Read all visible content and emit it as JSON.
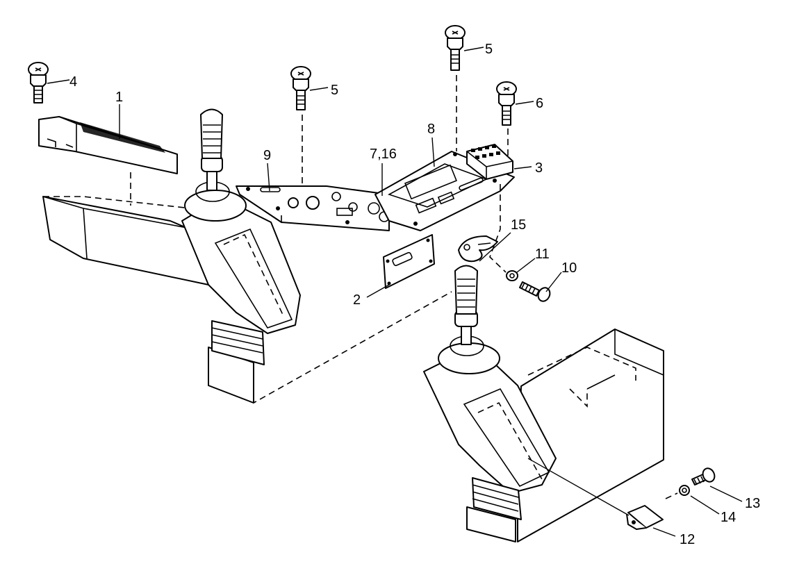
{
  "callouts": {
    "c1": "1",
    "c2": "2",
    "c3": "3",
    "c4": "4",
    "c5a": "5",
    "c5b": "5",
    "c6": "6",
    "c7_16": "7,16",
    "c8": "8",
    "c9": "9",
    "c10": "10",
    "c11": "11",
    "c12": "12",
    "c13": "13",
    "c14": "14",
    "c15": "15"
  }
}
